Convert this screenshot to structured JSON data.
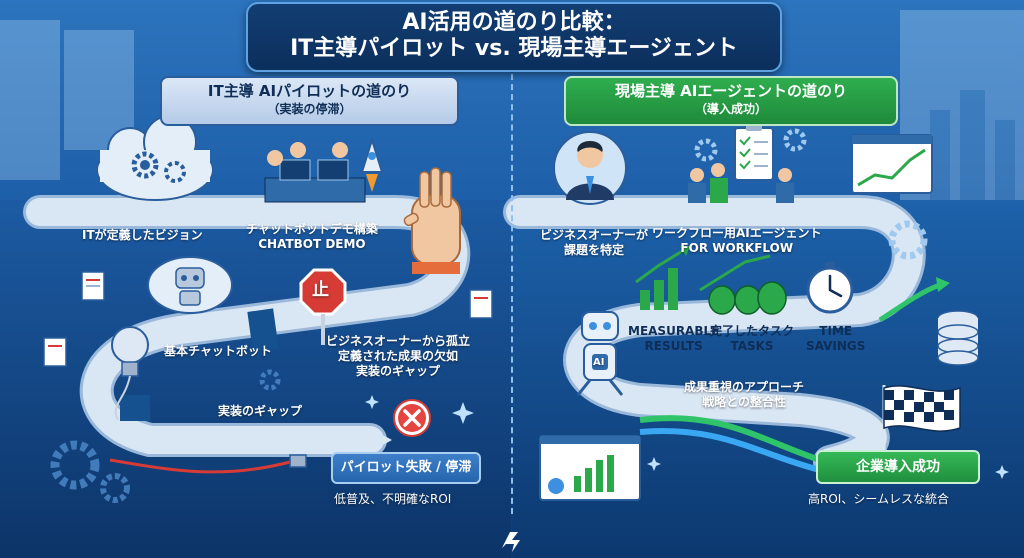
{
  "title": {
    "line1": "AI活用の道のり比較：",
    "line2": "IT主導パイロット vs. 現場主導エージェント"
  },
  "left": {
    "banner_line1": "IT主導 AIパイロットの道のり",
    "banner_line2": "（実装の停滞）",
    "labels": {
      "vision": "ITが定義したビジョン",
      "demo_line1": "チャットボットデモ構築",
      "demo_line2": "CHATBOT DEMO",
      "basic_chatbot": "基本チャットボット",
      "isolation_line1": "ビジネスオーナーから孤立",
      "isolation_line2": "定義された成果の欠如",
      "isolation_line3": "実装のギャップ",
      "gap": "実装のギャップ",
      "stop_sign": "止",
      "fail": "パイロット失敗 / 停滞",
      "low_roi": "低普及、不明確なROI"
    }
  },
  "right": {
    "banner_line1": "現場主導 AIエージェントの道のり",
    "banner_line2": "（導入成功）",
    "labels": {
      "owner_line1": "ビジネスオーナーが",
      "owner_line2": "課題を特定",
      "workflow_line1": "ワークフロー用AIエージェント",
      "workflow_line2": "FOR WORKFLOW",
      "measurable_line1": "MEASURABLE",
      "measurable_line2": "RESULTS",
      "tasks_line1": "完了したタスク",
      "tasks_line2": "TASKS",
      "time_line1": "TIME",
      "time_line2": "SAVINGS",
      "robot_badge": "AI",
      "approach_line1": "成果重視のアプローチ",
      "approach_line2": "戦略との整合性",
      "success": "企業導入成功",
      "high_roi": "高ROI、シームレスな統合"
    }
  },
  "colors": {
    "background_top": "#2c74bd",
    "background_bottom": "#0d3a74",
    "road": "#d9e6f4",
    "success_green": "#2aa84a",
    "stop_red": "#d63b36",
    "accent_blue": "#5ea2e3"
  },
  "icons": [
    "gear-icon",
    "cloud-icon",
    "rocket-icon",
    "stop-hand-icon",
    "stop-sign-icon",
    "robot-icon",
    "lightbulb-icon",
    "document-icon",
    "error-x-icon",
    "plug-icon",
    "businessman-icon",
    "clipboard-icon",
    "team-icon",
    "bar-chart-icon",
    "money-bag-icon",
    "stopwatch-icon",
    "database-icon",
    "checkered-flag-icon",
    "logo-icon"
  ]
}
